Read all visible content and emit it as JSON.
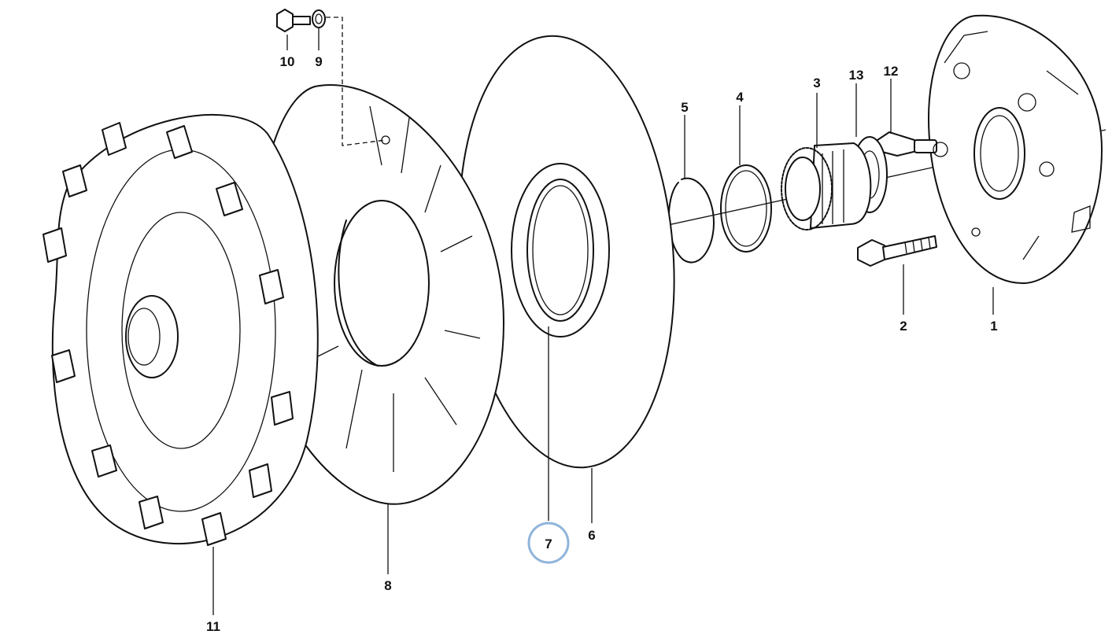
{
  "callouts": [
    "1",
    "2",
    "3",
    "4",
    "5",
    "6",
    "7",
    "8",
    "9",
    "10",
    "11",
    "12",
    "13"
  ],
  "highlighted_callout": "7",
  "colors": {
    "line": "#111111",
    "background": "#ffffff",
    "highlight": "#8fb4db"
  }
}
